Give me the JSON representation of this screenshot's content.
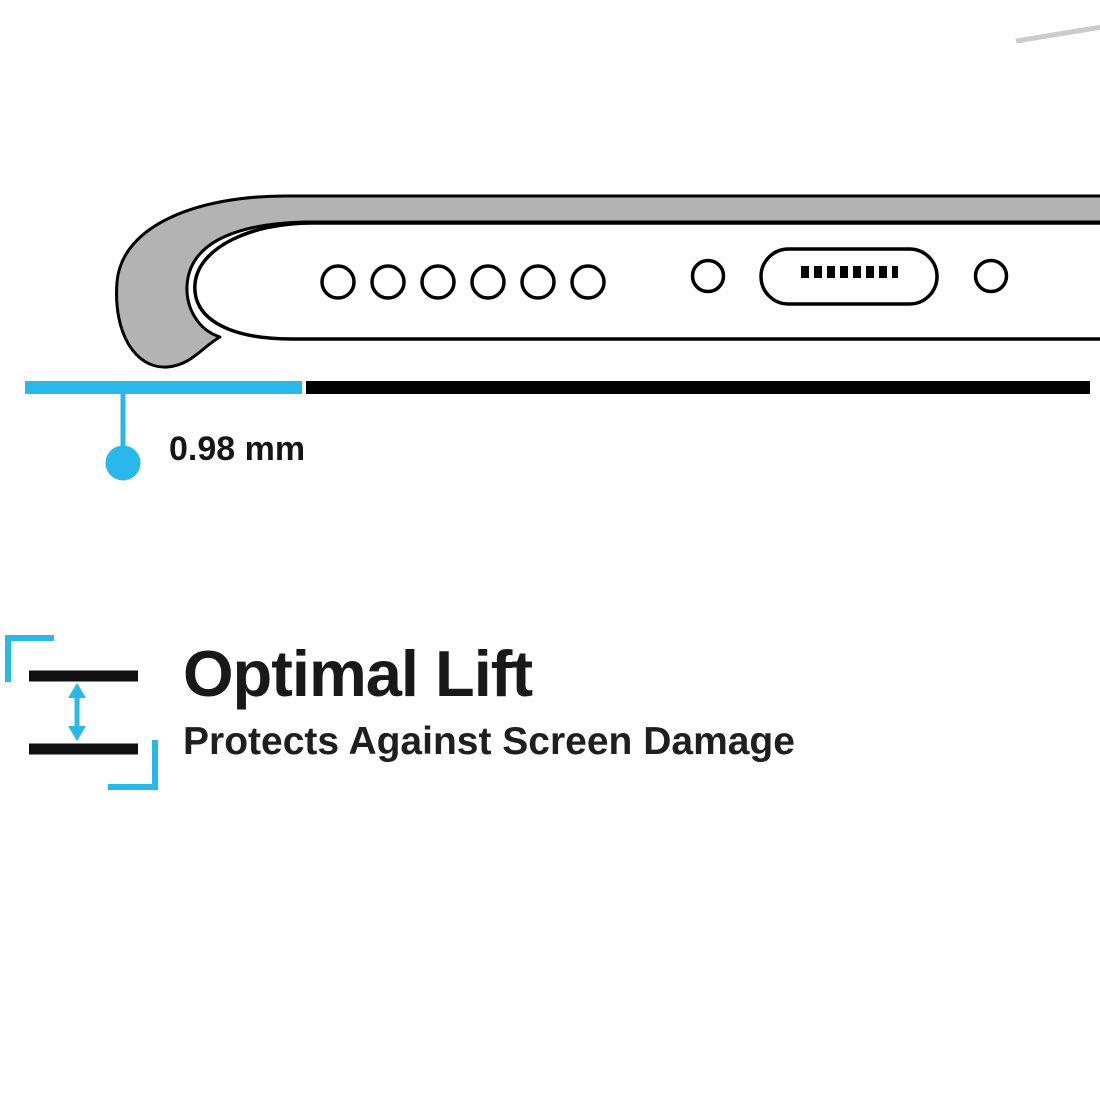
{
  "illustration": {
    "name": "phone-bottom-edge-in-protective-case",
    "measurement_label": "0.98 mm",
    "speaker_hole_count": 6,
    "elements": [
      "case-bumper",
      "phone-body",
      "speaker-holes",
      "screw-hole-left",
      "charging-port",
      "screw-hole-right",
      "lift-gap-highlight-line",
      "baseline-line",
      "measurement-pointer-dot"
    ],
    "colors": {
      "accent_cyan": "#2AB7EA",
      "case_gray": "#B3B3B3",
      "line_black": "#000000"
    }
  },
  "feature": {
    "title": "Optimal Lift",
    "subtitle": "Protects Against Screen Damage",
    "icon": "lift-gap-between-screen-and-surface-icon",
    "text_color": "#1C1C1C"
  }
}
